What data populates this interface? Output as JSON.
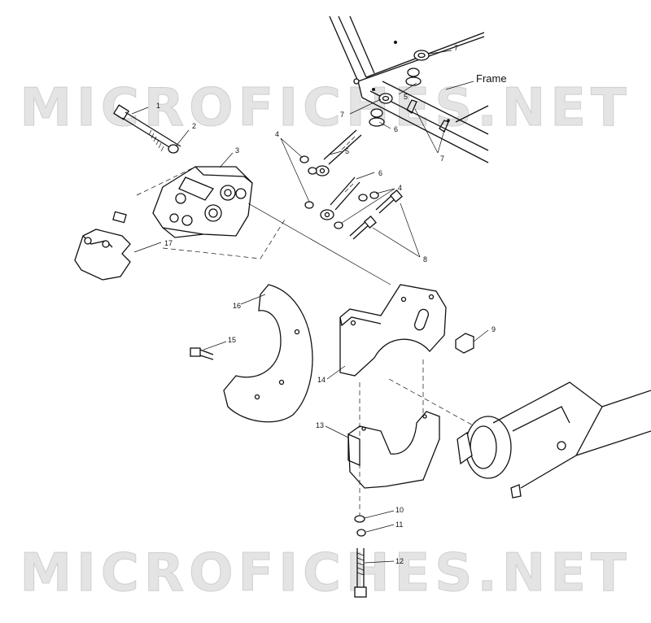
{
  "watermark": "MICROFICHES.NET",
  "frame_label": "Frame",
  "callouts": {
    "c1": "1",
    "c2": "2",
    "c3": "3",
    "c4a": "4",
    "c4b": "4",
    "c5a": "5",
    "c5b": "5",
    "c6a": "6",
    "c6b": "6",
    "c7a": "7",
    "c7b": "7",
    "c7c": "7",
    "c8": "8",
    "c9": "9",
    "c10": "10",
    "c11": "11",
    "c12": "12",
    "c13": "13",
    "c14": "14",
    "c15": "15",
    "c16": "16",
    "c17": "17"
  }
}
